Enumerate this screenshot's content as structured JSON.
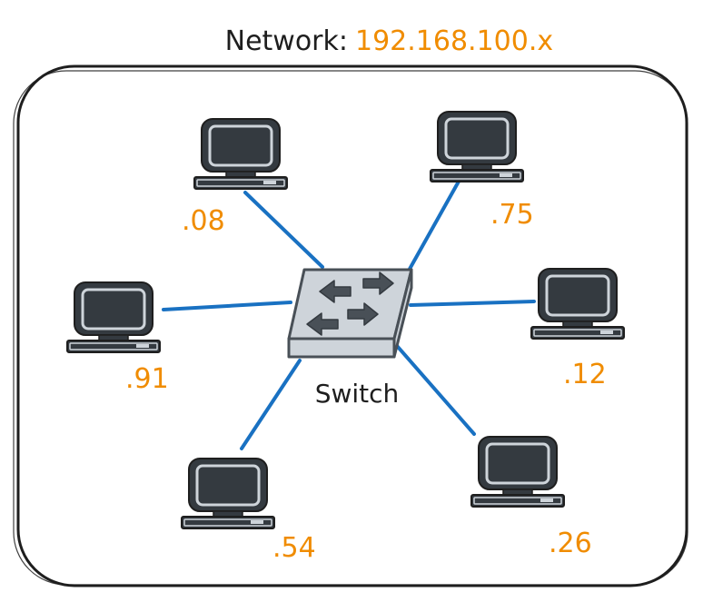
{
  "title": {
    "label": "Network:",
    "value": "192.168.100.x"
  },
  "switch": {
    "label": "Switch",
    "icon": "network-switch-icon"
  },
  "hosts": [
    {
      "label": ".08",
      "icon": "computer-icon"
    },
    {
      "label": ".75",
      "icon": "computer-icon"
    },
    {
      "label": ".91",
      "icon": "computer-icon"
    },
    {
      "label": ".12",
      "icon": "computer-icon"
    },
    {
      "label": ".54",
      "icon": "computer-icon"
    },
    {
      "label": ".26",
      "icon": "computer-icon"
    }
  ],
  "colors": {
    "accent": "#f08c00",
    "link": "#1971c2",
    "ink": "#1e1e1e",
    "device_fill": "#343a40",
    "switch_fill": "#ced4da"
  }
}
